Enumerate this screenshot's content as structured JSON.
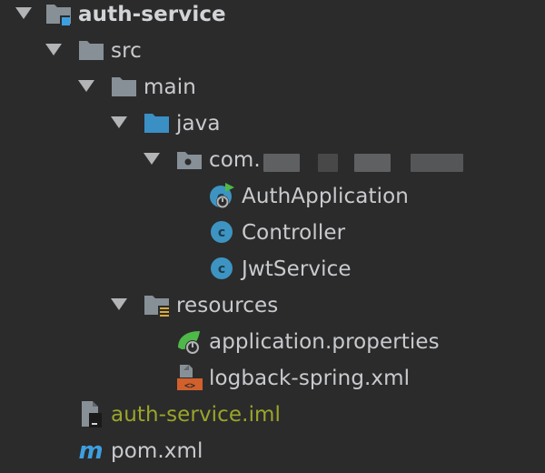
{
  "tree": {
    "project": {
      "label": "auth-service"
    },
    "src": {
      "label": "src"
    },
    "main": {
      "label": "main"
    },
    "java": {
      "label": "java"
    },
    "package": {
      "label": "com."
    },
    "classes": [
      {
        "label": "AuthApplication",
        "icon": "spring-boot-class-icon"
      },
      {
        "label": "Controller",
        "icon": "class-icon"
      },
      {
        "label": "JwtService",
        "icon": "class-icon"
      }
    ],
    "resources": {
      "label": "resources"
    },
    "resource_files": [
      {
        "label": "application.properties",
        "icon": "spring-properties-icon"
      },
      {
        "label": "logback-spring.xml",
        "icon": "xml-file-icon"
      }
    ],
    "iml": {
      "label": "auth-service.iml"
    },
    "pom": {
      "label": "pom.xml",
      "icon": "maven-icon"
    }
  },
  "colors": {
    "background": "#2b2b2b",
    "text": "#c8cace",
    "excluded_text": "#9aa52a",
    "folder": "#879096",
    "source_folder": "#3a8fc4",
    "class_icon": "#3d94c2"
  }
}
